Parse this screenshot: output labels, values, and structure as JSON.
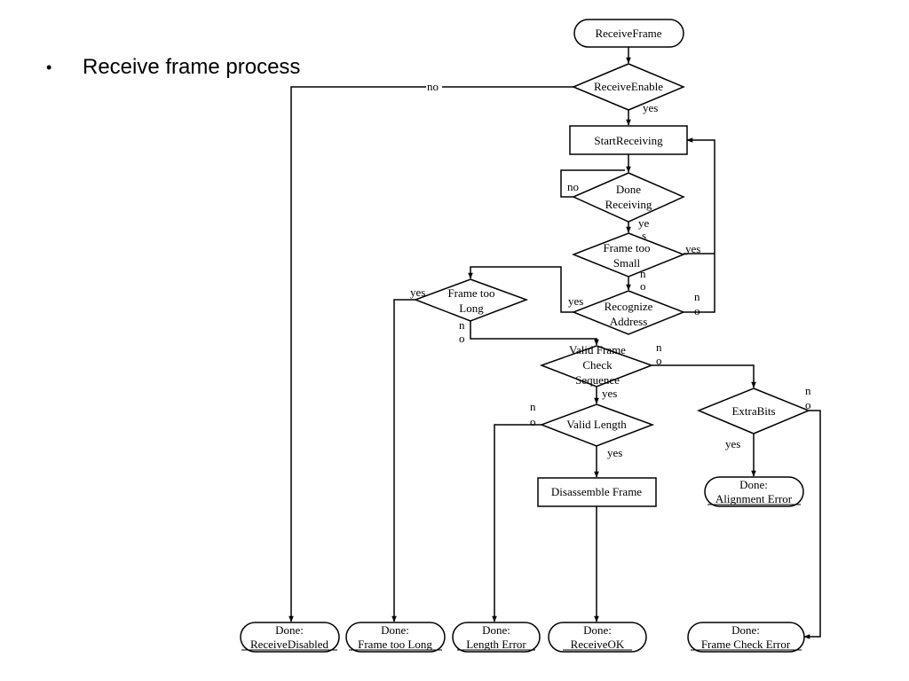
{
  "slide": {
    "bullet_symbol": "•",
    "bullet_text": "Receive frame process"
  },
  "flowchart": {
    "nodes": {
      "receive_frame": "ReceiveFrame",
      "receive_enable": "ReceiveEnable",
      "start_receiving": "StartReceiving",
      "done_receiving": [
        "Done",
        "Receiving"
      ],
      "frame_too_small": [
        "Frame too",
        "Small"
      ],
      "recognize_address": [
        "Recognize",
        "Address"
      ],
      "frame_too_long": [
        "Frame too",
        "Long"
      ],
      "valid_fcs": [
        "Valid Frame",
        "Check",
        "Sequence"
      ],
      "valid_length": "Valid Length",
      "extra_bits": "ExtraBits",
      "disassemble_frame": "Disassemble Frame",
      "done_alignment_error": [
        "Done:",
        "Alignment Error"
      ],
      "done_receive_disabled": [
        "Done:",
        "ReceiveDisabled"
      ],
      "done_frame_too_long": [
        "Done:",
        "Frame too Long"
      ],
      "done_length_error": [
        "Done:",
        "Length Error"
      ],
      "done_receive_ok": [
        "Done:",
        "ReceiveOK"
      ],
      "done_frame_check_error": [
        "Done:",
        "Frame Check Error"
      ]
    },
    "edge_labels": {
      "enable_no": "no",
      "enable_yes": "yes",
      "done_receiving_no": "no",
      "done_receiving_yes": [
        "ye",
        "s"
      ],
      "too_small_yes": "yes",
      "too_small_no": [
        "n",
        "o"
      ],
      "address_yes": "yes",
      "address_no": [
        "n",
        "o"
      ],
      "too_long_yes": "yes",
      "too_long_no": [
        "n",
        "o"
      ],
      "fcs_no": [
        "n",
        "o"
      ],
      "fcs_yes": "yes",
      "length_no": [
        "n",
        "o"
      ],
      "length_yes": "yes",
      "extrabits_no": [
        "n",
        "o"
      ],
      "extrabits_yes": "yes"
    }
  }
}
